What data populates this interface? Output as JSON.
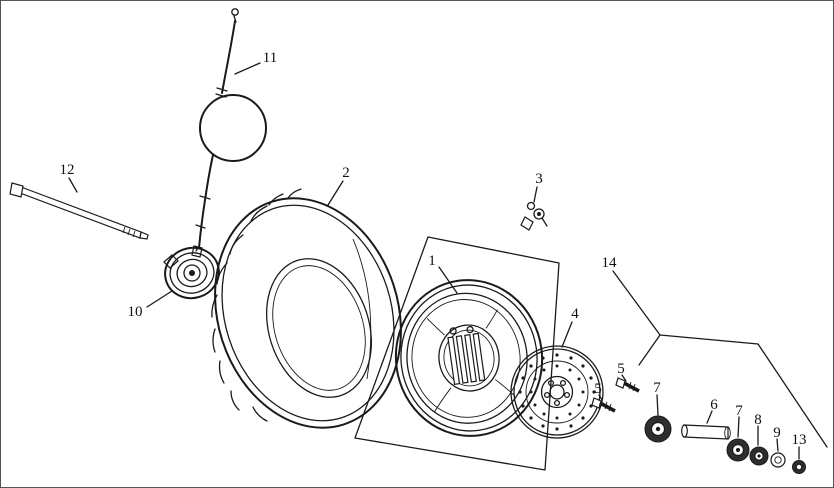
{
  "callouts": {
    "c1": "1",
    "c2": "2",
    "c3": "3",
    "c4": "4",
    "c5a": "5",
    "c5b": "5",
    "c6": "6",
    "c7a": "7",
    "c7b": "7",
    "c8": "8",
    "c9": "9",
    "c10": "10",
    "c11": "11",
    "c12": "12",
    "c13": "13",
    "c14": "14"
  },
  "colors": {
    "line": "#1a1a1a",
    "background": "#ffffff",
    "part_shading": "#2e2e2e"
  }
}
